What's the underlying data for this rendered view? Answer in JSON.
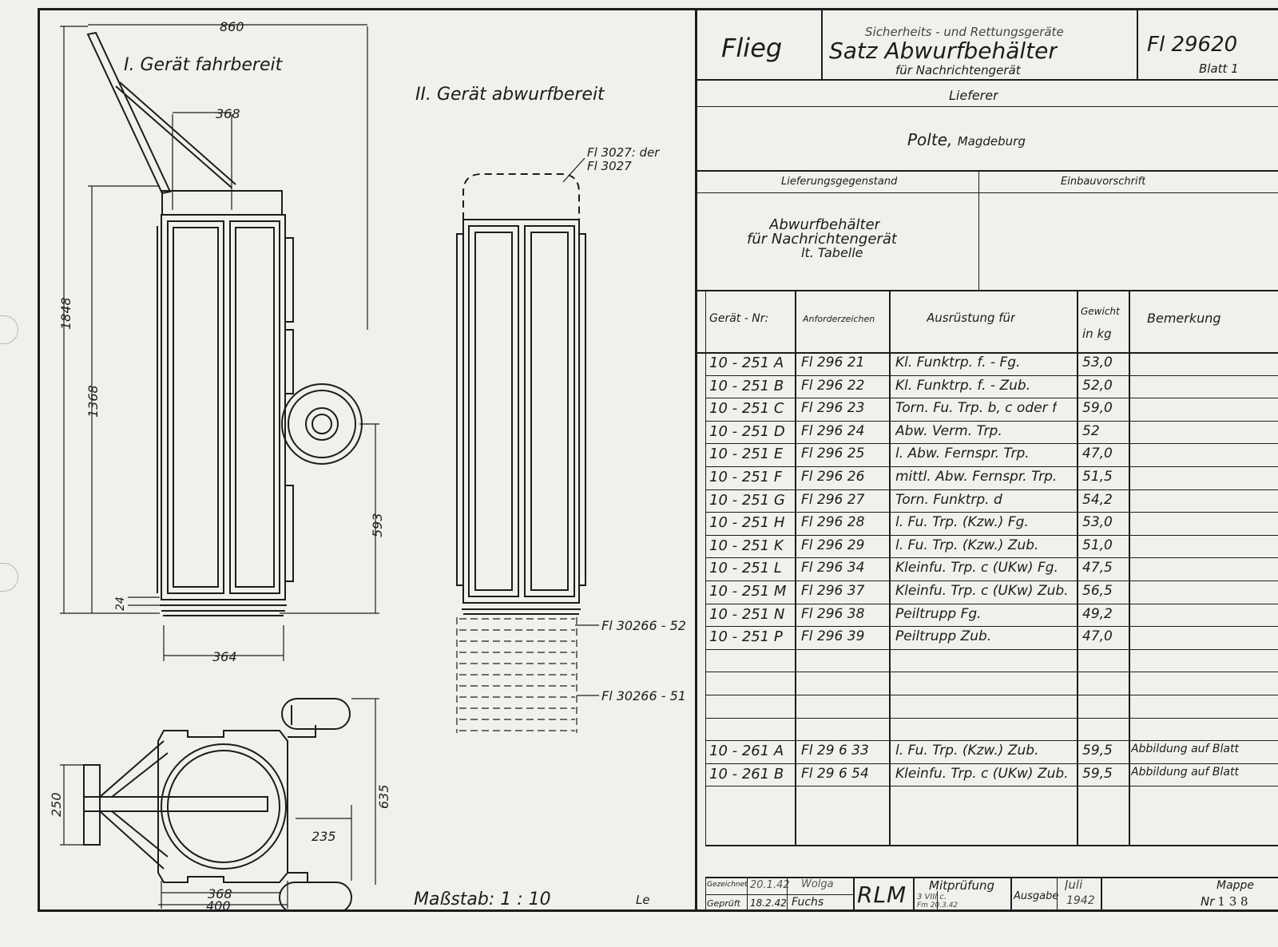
{
  "drawing": {
    "view1_title": "I. Gerät fahrbereit",
    "view2_title": "II. Gerät abwurfbereit",
    "dim_860": "860",
    "dim_368_top": "368",
    "dim_1848": "1848",
    "dim_1368": "1368",
    "dim_593": "593",
    "dim_24": "24",
    "dim_364": "364",
    "dim_250": "250",
    "dim_235": "235",
    "dim_635": "635",
    "dim_368_bottom": "368",
    "dim_400": "400",
    "ref_top_1": "Fl 3027: der",
    "ref_top_2": "Fl 3027",
    "ref_52": "Fl 30266 - 52",
    "ref_51": "Fl 30266 - 51",
    "scale": "Maßstab: 1 : 10"
  },
  "header": {
    "org": "Flieg",
    "category": "Sicherheits - und Rettungsgeräte",
    "title": "Satz Abwurfbehälter",
    "subtitle": "für Nachrichtengerät",
    "number": "Fl 29620",
    "sheet": "Blatt 1"
  },
  "supplier": {
    "label": "Lieferer",
    "name": "Polte,",
    "city": "Magdeburg"
  },
  "delivery": {
    "label": "Lieferungsgegenstand",
    "install_label": "Einbauvorschrift",
    "line1": "Abwurfbehälter",
    "line2": "für Nachrichtengerät",
    "line3": "lt. Tabelle"
  },
  "table": {
    "headers": {
      "nr": "Gerät - Nr:",
      "code": "Anforderzeichen",
      "equip": "Ausrüstung für",
      "weight1": "Gewicht",
      "weight2": "in kg",
      "remark": "Bemerkung"
    },
    "rows": [
      {
        "nr": "10 - 251 A",
        "code": "Fl 296 21",
        "equip": "Kl. Funktrp. f. - Fg.",
        "weight": "53,0",
        "remark": ""
      },
      {
        "nr": "10 - 251 B",
        "code": "Fl 296 22",
        "equip": "Kl. Funktrp. f. - Zub.",
        "weight": "52,0",
        "remark": ""
      },
      {
        "nr": "10 - 251 C",
        "code": "Fl 296 23",
        "equip": "Torn. Fu. Trp. b, c oder f",
        "weight": "59,0",
        "remark": ""
      },
      {
        "nr": "10 - 251 D",
        "code": "Fl 296 24",
        "equip": "Abw. Verm. Trp.",
        "weight": "52",
        "remark": ""
      },
      {
        "nr": "10 - 251 E",
        "code": "Fl 296 25",
        "equip": "l. Abw. Fernspr. Trp.",
        "weight": "47,0",
        "remark": ""
      },
      {
        "nr": "10 - 251 F",
        "code": "Fl 296 26",
        "equip": "mittl. Abw. Fernspr. Trp.",
        "weight": "51,5",
        "remark": ""
      },
      {
        "nr": "10 - 251 G",
        "code": "Fl 296 27",
        "equip": "Torn. Funktrp. d",
        "weight": "54,2",
        "remark": ""
      },
      {
        "nr": "10 - 251 H",
        "code": "Fl 296 28",
        "equip": "l. Fu. Trp. (Kzw.) Fg.",
        "weight": "53,0",
        "remark": ""
      },
      {
        "nr": "10 - 251 K",
        "code": "Fl 296 29",
        "equip": "l. Fu. Trp. (Kzw.) Zub.",
        "weight": "51,0",
        "remark": ""
      },
      {
        "nr": "10 - 251 L",
        "code": "Fl 296 34",
        "equip": "Kleinfu. Trp. c (UKw) Fg.",
        "weight": "47,5",
        "remark": ""
      },
      {
        "nr": "10 - 251 M",
        "code": "Fl 296 37",
        "equip": "Kleinfu. Trp. c (UKw) Zub.",
        "weight": "56,5",
        "remark": ""
      },
      {
        "nr": "10 - 251 N",
        "code": "Fl 296 38",
        "equip": "Peiltrupp Fg.",
        "weight": "49,2",
        "remark": ""
      },
      {
        "nr": "10 - 251 P",
        "code": "Fl 296 39",
        "equip": "Peiltrupp Zub.",
        "weight": "47,0",
        "remark": ""
      },
      {
        "nr": "",
        "code": "",
        "equip": "",
        "weight": "",
        "remark": ""
      },
      {
        "nr": "",
        "code": "",
        "equip": "",
        "weight": "",
        "remark": ""
      },
      {
        "nr": "",
        "code": "",
        "equip": "",
        "weight": "",
        "remark": ""
      },
      {
        "nr": "",
        "code": "",
        "equip": "",
        "weight": "",
        "remark": ""
      },
      {
        "nr": "10 - 261 A",
        "code": "Fl 29 6 33",
        "equip": "l. Fu. Trp. (Kzw.) Zub.",
        "weight": "59,5",
        "remark": "Abbildung auf Blatt"
      },
      {
        "nr": "10 - 261 B",
        "code": "Fl 29 6 54",
        "equip": "Kleinfu. Trp. c (UKw) Zub.",
        "weight": "59,5",
        "remark": "Abbildung auf Blatt"
      }
    ]
  },
  "footer": {
    "drawn_label": "Gezeichnet",
    "drawn_date": "20.1.42",
    "drawn_sign": "Wolga",
    "checked_label": "Geprüft",
    "checked_date": "18.2.42",
    "checked_sign": "Fuchs",
    "authority": "RLM",
    "review_label": "Mitprüfung",
    "review_note1": "3 VIII c.",
    "review_note2": "Fm 20.3.42",
    "issue_label": "Ausgabe",
    "issue_month": "Juli",
    "issue_year": "1942",
    "folder_label": "Mappe",
    "folder_nr_label": "Nr",
    "folder_nr": "1 3 8"
  },
  "margin_marks": {
    "left_initials": "Le"
  }
}
